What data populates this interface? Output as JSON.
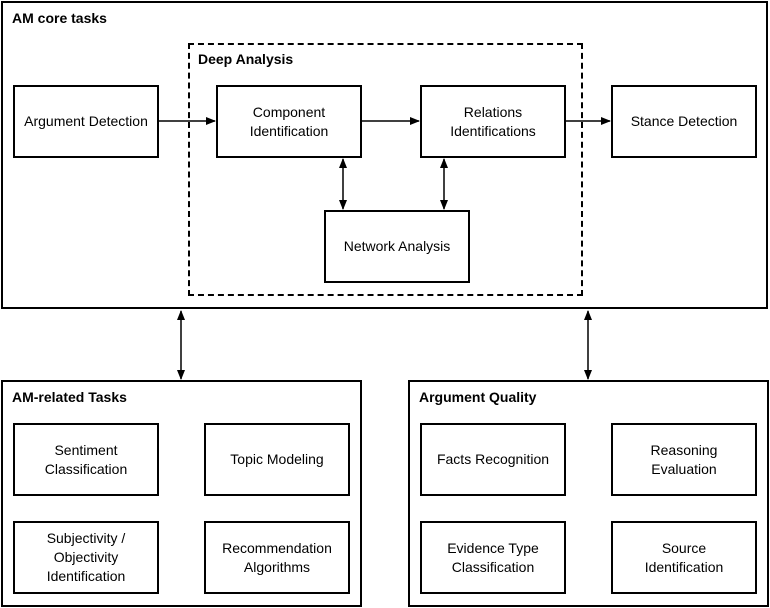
{
  "panels": {
    "core": {
      "title": "AM core tasks"
    },
    "deep": {
      "title": "Deep Analysis"
    },
    "related": {
      "title": "AM-related Tasks"
    },
    "quality": {
      "title": "Argument Quality"
    }
  },
  "nodes": {
    "argument_detection": "Argument Detection",
    "component_identification": "Component\nIdentification",
    "relations_identifications": "Relations\nIdentifications",
    "stance_detection": "Stance Detection",
    "network_analysis": "Network Analysis",
    "sentiment_classification": "Sentiment\nClassification",
    "topic_modeling": "Topic Modeling",
    "subjectivity_identification": "Subjectivity /\nObjectivity\nIdentification",
    "recommendation_algorithms": "Recommendation\nAlgorithms",
    "facts_recognition": "Facts Recognition",
    "reasoning_evaluation": "Reasoning\nEvaluation",
    "evidence_type_classification": "Evidence Type\nClassification",
    "source_identification": "Source\nIdentification"
  },
  "colors": {
    "stroke": "#000000",
    "background": "#ffffff"
  }
}
